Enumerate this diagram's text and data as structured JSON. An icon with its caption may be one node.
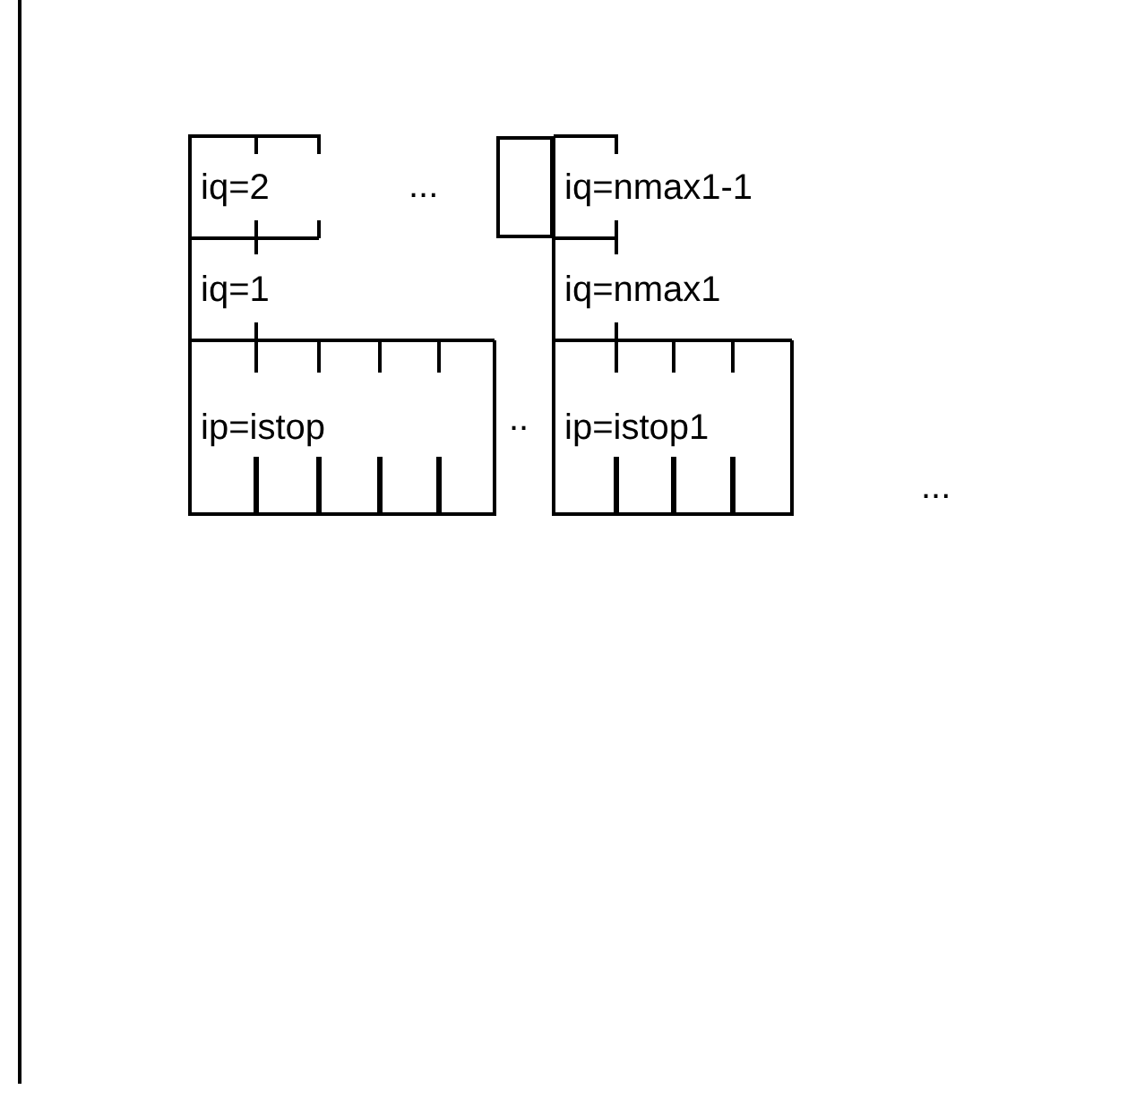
{
  "diagram": {
    "nodes": [
      {
        "text": [
          "iq=2"
        ]
      },
      {
        "text": [
          "iq=1"
        ]
      },
      {
        "text": [
          "ip=istop"
        ]
      },
      {
        "text": [],
        "shape": "box"
      },
      {
        "text": [
          "iq=nmax1-1"
        ]
      },
      {
        "text": [
          "iq=nmax1"
        ]
      },
      {
        "text": [
          "ip=istop1"
        ]
      }
    ],
    "labels": [
      "...",
      "..",
      "..."
    ]
  }
}
